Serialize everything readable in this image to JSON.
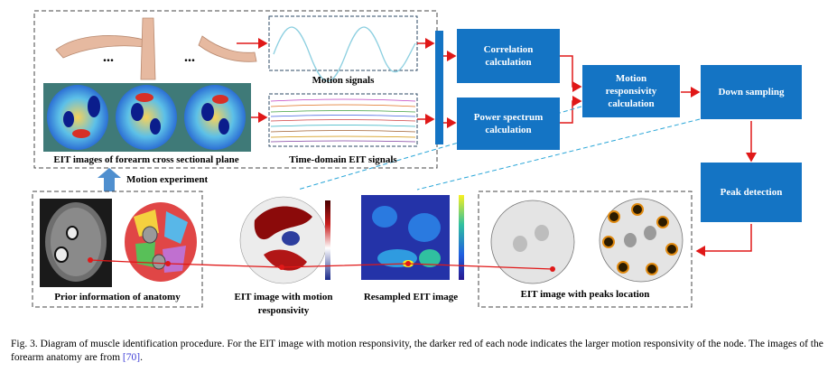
{
  "labels": {
    "motion_signals": "Motion signals",
    "eit_forearm": "EIT images of forearm cross sectional plane",
    "time_domain": "Time-domain EIT signals",
    "motion_experiment": "Motion experiment",
    "prior_info": "Prior information of anatomy",
    "eit_motion_line1": "EIT image with motion",
    "eit_motion_line2": "responsivity",
    "resampled": "Resampled EIT image",
    "peaks": "EIT image with peaks location",
    "ellipsis_1": "...",
    "ellipsis_2": "..."
  },
  "process": {
    "correlation_1": "Correlation",
    "correlation_2": "calculation",
    "power_1": "Power spectrum",
    "power_2": "calculation",
    "motion_resp_1": "Motion",
    "motion_resp_2": "responsivity",
    "motion_resp_3": "calculation",
    "down_sampling": "Down sampling",
    "peak_detection": "Peak detection"
  },
  "caption": {
    "text": "Fig. 3.   Diagram of muscle identification procedure. For the EIT image with motion responsivity, the darker red of each node indicates the larger motion responsivity of the node. The images of the forearm anatomy are from ",
    "ref": "[70]",
    "end": "."
  },
  "colors": {
    "box_blue": "#1474c4",
    "arrow_red": "#e01818",
    "dashed_cyan": "#2aa6d8",
    "eit_bg": "#3f7a78"
  }
}
